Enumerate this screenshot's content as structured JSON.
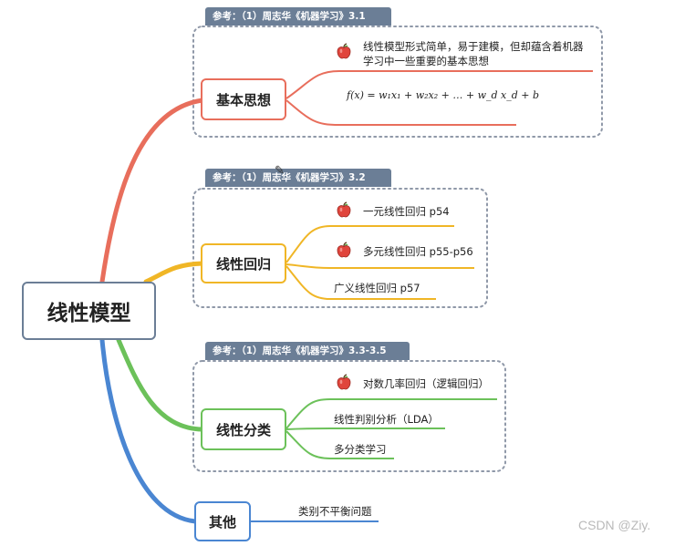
{
  "root": {
    "label": "线性模型"
  },
  "branches": {
    "basic": {
      "label": "基本思想",
      "ref": "参考：（1）周志华《机器学习》3.1",
      "desc": "线性模型形式简单，易于建模，但却蕴含着机器学习中一些重要的基本思想",
      "formula": "f(x) = w₁x₁ + w₂x₂ + … + w_d x_d + b"
    },
    "regression": {
      "label": "线性回归",
      "ref": "参考：（1）周志华《机器学习》3.2",
      "items": [
        "一元线性回归 p54",
        "多元线性回归 p55-p56",
        "广义线性回归 p57"
      ]
    },
    "classification": {
      "label": "线性分类",
      "ref": "参考：（1）周志华《机器学习》3.3-3.5",
      "items": [
        "对数几率回归（逻辑回归）",
        "线性判别分析（LDA）",
        "多分类学习"
      ]
    },
    "other": {
      "label": "其他",
      "items": [
        "类别不平衡问题"
      ]
    }
  },
  "colors": {
    "root": "#6b7e96",
    "basic": "#e86e5c",
    "regression": "#f0b626",
    "classification": "#6cc15a",
    "other": "#4a86d2",
    "tag": "#6b7e96",
    "dotted_box": "#8f98a8",
    "apple": "#e0453c"
  },
  "icons": {
    "leaf_marker": "apple-icon"
  },
  "watermark": "CSDN @Ziy."
}
